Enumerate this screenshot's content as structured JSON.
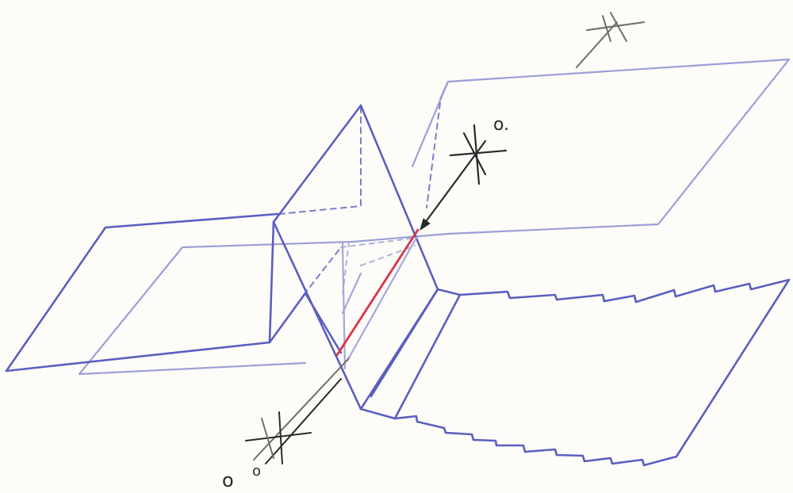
{
  "colors": {
    "paper": "#fdfcf8",
    "ink_blue": "#5a5fbf",
    "ink_blue_light": "#9a9fd8",
    "ink_black": "#2a2a2a",
    "ink_gray": "#6e6e66",
    "ink_red": "#d8344a"
  },
  "annotations": {
    "upper_mark": "o.",
    "lower_mark_large": "o",
    "lower_mark_small": "o"
  }
}
